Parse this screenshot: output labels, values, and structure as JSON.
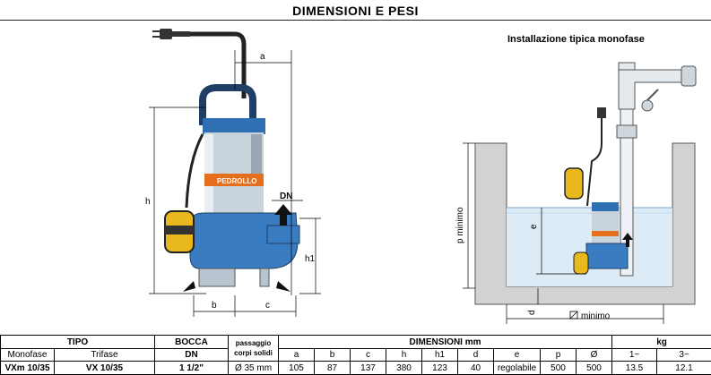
{
  "header": {
    "title": "DIMENSIONI E PESI"
  },
  "installation": {
    "title": "Installazione tipica monofase",
    "labels": {
      "p_minimo": "p minimo",
      "e": "e",
      "d": "d",
      "minimo": "minimo"
    }
  },
  "drawing": {
    "brand": "PEDROLLO",
    "labels": {
      "a": "a",
      "b": "b",
      "c": "c",
      "h": "h",
      "h1": "h1",
      "dn": "DN"
    }
  },
  "table": {
    "headers": {
      "tipo": "TIPO",
      "bocca": "BOCCA",
      "passaggio": "passaggio corpi solidi",
      "dimensioni": "DIMENSIONI mm",
      "kg": "kg"
    },
    "subheaders": {
      "monofase": "Monofase",
      "trifase": "Trifase",
      "dn": "DN",
      "a": "a",
      "b": "b",
      "c": "c",
      "h": "h",
      "h1": "h1",
      "d": "d",
      "e": "e",
      "p": "p",
      "diam": "Ø",
      "one_phase": "1~",
      "three_phase": "3~"
    },
    "row": {
      "monofase": "VXm 10/35",
      "trifase": "VX 10/35",
      "bocca": "1 1/2\"",
      "passaggio": "Ø 35 mm",
      "a": "105",
      "b": "87",
      "c": "137",
      "h": "380",
      "h1": "123",
      "d": "40",
      "e": "regolabile",
      "p": "500",
      "diam": "500",
      "kg1": "13.5",
      "kg3": "12.1"
    }
  },
  "colors": {
    "pump_blue": "#2f6fb3",
    "float_yellow": "#e8b81c",
    "water": "#dcebf6"
  }
}
